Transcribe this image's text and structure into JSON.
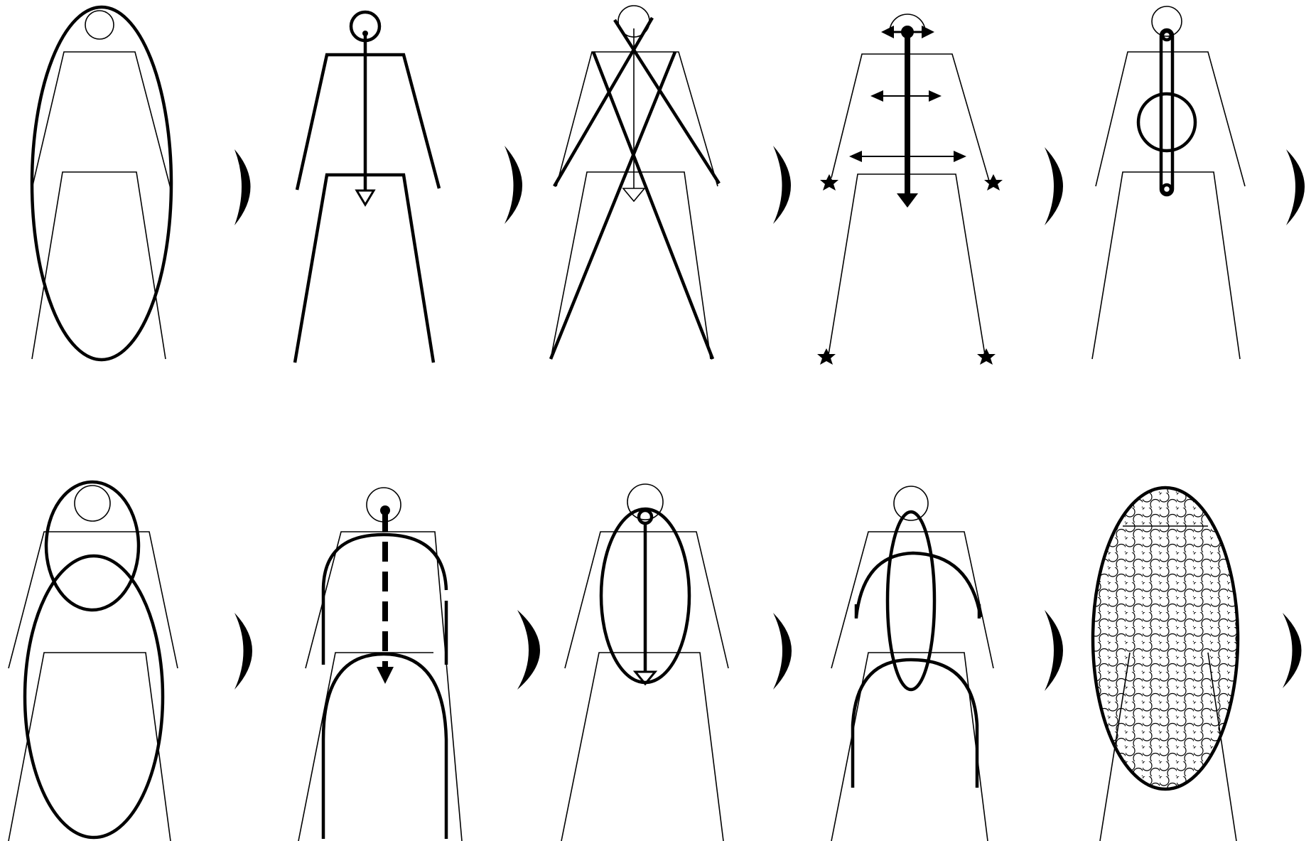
{
  "figure": {
    "rows": [
      {
        "panels": [
          {
            "motif": "whole-body-oval"
          },
          {
            "motif": "stick-figure-with-spine-arrow"
          },
          {
            "motif": "crossed-diagonals"
          },
          {
            "motif": "spine-with-lateral-arrows-and-stars"
          },
          {
            "motif": "spine-with-central-circle"
          }
        ]
      },
      {
        "panels": [
          {
            "motif": "double-oval"
          },
          {
            "motif": "arches-with-dashed-spine"
          },
          {
            "motif": "oval-with-spine-arrow"
          },
          {
            "motif": "vertical-oval-with-arches"
          },
          {
            "motif": "oval-filled-with-circles"
          }
        ]
      }
    ],
    "separator_glyph": ")",
    "colors": {
      "ink": "#000000",
      "background": "#ffffff"
    }
  }
}
